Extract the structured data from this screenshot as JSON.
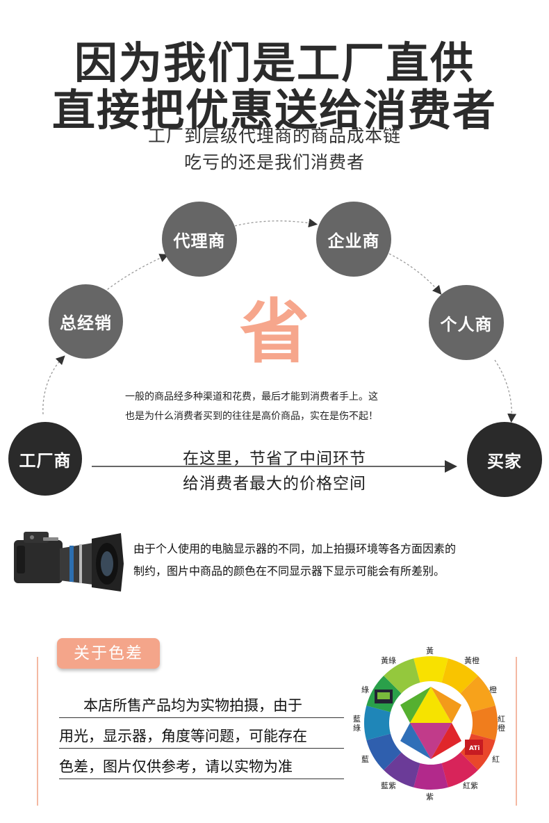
{
  "header": {
    "line1": "因为我们是工厂直供",
    "line2": "直接把优惠送给消费者",
    "sub1": "工厂到层级代理商的商品成本链",
    "sub2": "吃亏的还是我们消费者"
  },
  "flow": {
    "nodes": {
      "factory": "工厂商",
      "general": "总经销",
      "agent": "代理商",
      "enterprise": "企业商",
      "personal": "个人商",
      "buyer": "买家"
    },
    "save_glyph": "省",
    "note_line1": "一般的商品经多种渠道和花费，最后才能到消费者手上。这",
    "note_line2": "也是为什么消费者买到的往往是高价商品，实在是伤不起！",
    "direct_line1": "在这里，节省了中间环节",
    "direct_line2": "给消费者最大的价格空间"
  },
  "camera_notice": {
    "line1": "由于个人使用的电脑显示器的不同，加上拍摄环境等各方面因素的",
    "line2": "制约，图片中商品的颜色在不同显示器下显示可能会有所差别。"
  },
  "color_diff": {
    "badge": "关于色差",
    "lines": [
      "本店所售产品均为实物拍摄，由于",
      "用光，显示器，角度等问题，可能存在",
      "色差，图片仅供参考，请以实物为准"
    ]
  },
  "color_wheel": {
    "labels": {
      "yellow": "黃",
      "yellow_orange": "黃橙",
      "orange": "橙",
      "red_orange": "紅橙",
      "red": "紅",
      "red_purple": "紅紫",
      "purple": "紫",
      "blue_purple": "藍紫",
      "blue": "藍",
      "blue_green": "藍綠",
      "green": "綠",
      "yellow_green": "黃綠"
    },
    "ati_logo": "ATi"
  }
}
